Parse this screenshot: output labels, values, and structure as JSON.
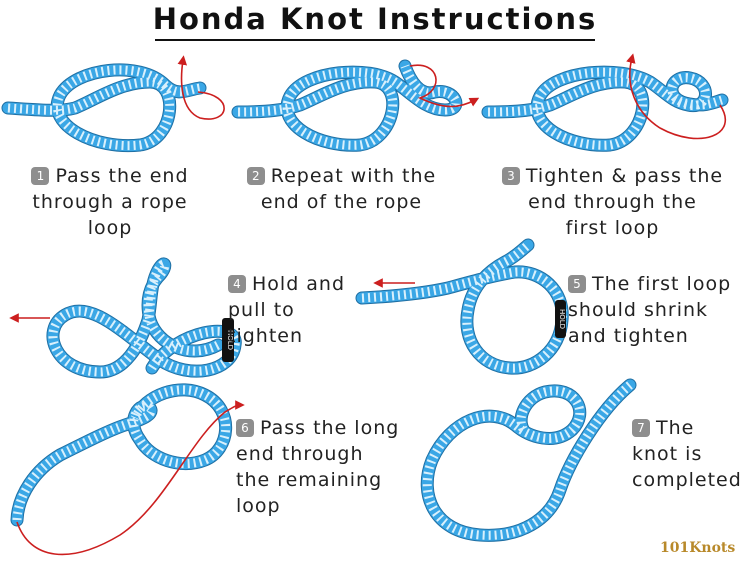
{
  "title": "Honda Knot Instructions",
  "steps": [
    {
      "num": "1",
      "text": "Pass the end\nthrough a rope\nloop"
    },
    {
      "num": "2",
      "text": "Repeat with the\nend of the rope"
    },
    {
      "num": "3",
      "text": "Tighten & pass the\nend through the\nfirst loop"
    },
    {
      "num": "4",
      "text": "Hold and\npull to\ntighten"
    },
    {
      "num": "5",
      "text": "The first loop\nshould shrink\nand tighten"
    },
    {
      "num": "6",
      "text": "Pass the long\nend through\nthe remaining\nloop"
    },
    {
      "num": "7",
      "text": "The\nknot is\ncompleted"
    }
  ],
  "hold_label": "HOLD",
  "brand": "101Knots",
  "colors": {
    "rope": "#3aa7e6",
    "rope_stripe": "#d9f0fc",
    "arrow": "#cc1f1f",
    "badge": "#8e8e8e",
    "hold_tag": "#111111"
  }
}
